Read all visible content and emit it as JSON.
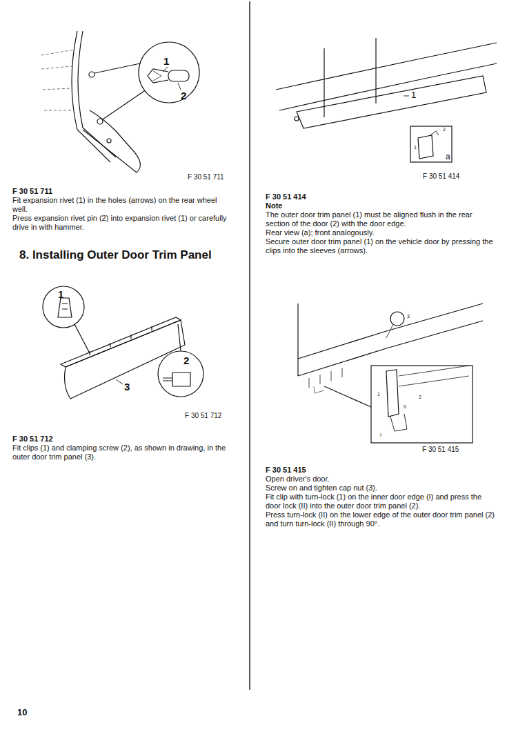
{
  "diagram": {
    "title": "8. Installing Outer Door Trim Panel",
    "labels": [
      "1",
      "2",
      "F 30 51 711",
      "F 30 51 711",
      "Fit expansion rivet (1) in the holes (arrows) on the rear wheel well.",
      "Press expansion rivet pin (2) into expansion rivet (1) or carefully drive in with hammer.",
      "1",
      "2",
      "3",
      "F 30 51 712",
      "F 30 51 712",
      "Fit clips (1) and clamping screw (2), as shown in drawing, in the outer door trim panel (3).",
      "1",
      "2",
      "1",
      "a",
      "F 30 51 414",
      "F 30 51 414",
      "Note",
      "The outer door trim panel (1) must be aligned flush in the rear section of the door (2) with the door edge.",
      "Rear view (a); front analogously.",
      "Secure outer door trim panel (1) on the vehicle door by pressing the clips into the sleeves (arrows).",
      "3",
      "1",
      "II",
      "2",
      "I",
      "F 30 51 415",
      "F 30 51 415",
      "Open driver's door.",
      "Screw on and tighten cap nut (3).",
      "Fit clip with turn-lock (1) on the inner door edge (I) and press the door lock (II) into the outer door trim panel (2).",
      "Press turn-lock (II) on the lower edge of the outer door trim panel (2) and turn turn-lock (II) through 90°.",
      "10"
    ]
  }
}
